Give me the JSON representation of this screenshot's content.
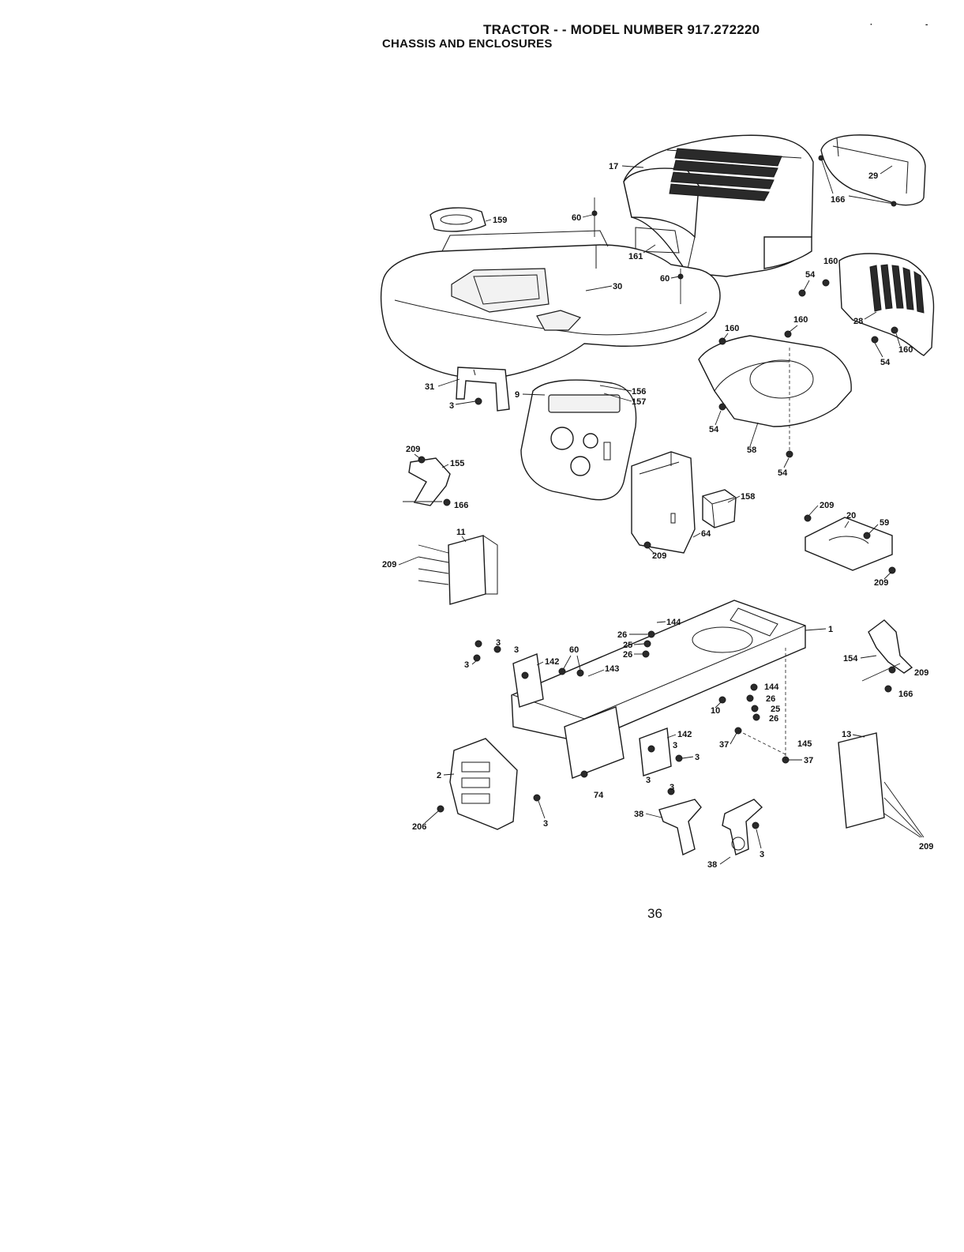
{
  "header": {
    "title": "TRACTOR - - MODEL NUMBER 917.272220",
    "subtitle": "CHASSIS AND ENCLOSURES"
  },
  "callouts": {
    "c17": "17",
    "c29": "29",
    "c166a": "166",
    "c159": "159",
    "c60a": "60",
    "c161": "161",
    "c30": "30",
    "c60b": "60",
    "c160a": "160",
    "c54a": "54",
    "c28": "28",
    "c160b": "160",
    "c160c": "160",
    "c160d": "160",
    "c54b": "54",
    "c31": "31",
    "c3a": "3",
    "c9": "9",
    "c156": "156",
    "c157": "157",
    "c54c": "54",
    "c58": "58",
    "c54d": "54",
    "c209a": "209",
    "c155": "155",
    "c166b": "166",
    "c158": "158",
    "c209b": "209",
    "c20": "20",
    "c59": "59",
    "c11": "11",
    "c209c": "209",
    "c64": "64",
    "c209d": "209",
    "c209e": "209",
    "c144a": "144",
    "c1": "1",
    "c26a": "26",
    "c25a": "25",
    "c26b": "26",
    "c3b": "3",
    "c3c": "3",
    "c3d": "3",
    "c142a": "142",
    "c60c": "60",
    "c143": "143",
    "c154": "154",
    "c209f": "209",
    "c166c": "166",
    "c144b": "144",
    "c26c": "26",
    "c25b": "25",
    "c26d": "26",
    "c10": "10",
    "c142b": "142",
    "c3e": "3",
    "c3f": "3",
    "c37a": "37",
    "c145": "145",
    "c37b": "37",
    "c13": "13",
    "c2": "2",
    "c3g": "3",
    "c74": "74",
    "c3h": "3",
    "c206": "206",
    "c3i": "3",
    "c38a": "38",
    "c38b": "38",
    "c3j": "3",
    "c209g": "209"
  },
  "page_number": "36"
}
